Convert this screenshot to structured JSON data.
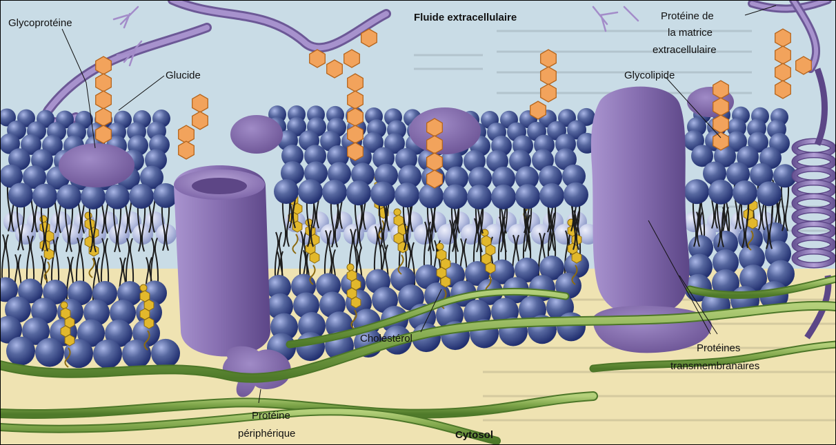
{
  "diagram": {
    "labels": {
      "extracellular_fluid": "Fluide extracellulaire",
      "cytosol": "Cytosol",
      "glycoprotein": "Glycoprotéine",
      "carbohydrate": "Glucide",
      "glycolipid": "Glycolipide",
      "ecm_protein_line1": "Protéine de",
      "ecm_protein_line2": "la matrice",
      "ecm_protein_line3": "extracellulaire",
      "cholesterol": "Cholestérol",
      "peripheral_protein_line1": "Protéine",
      "peripheral_protein_line2": "périphérique",
      "transmembrane_line1": "Protéines",
      "transmembrane_line2": "transmembranaires"
    },
    "colors": {
      "extracellular_bg": "#c9dce6",
      "cytosol_bg": "#efe3b2",
      "phospholipid_head": "#3e4f9a",
      "phospholipid_tail": "#1d1d1d",
      "protein": "#8d76b4",
      "carbohydrate": "#f2a35c",
      "cholesterol": "#e2b82c",
      "cytoskeleton_fiber": "#7ea54a"
    }
  }
}
